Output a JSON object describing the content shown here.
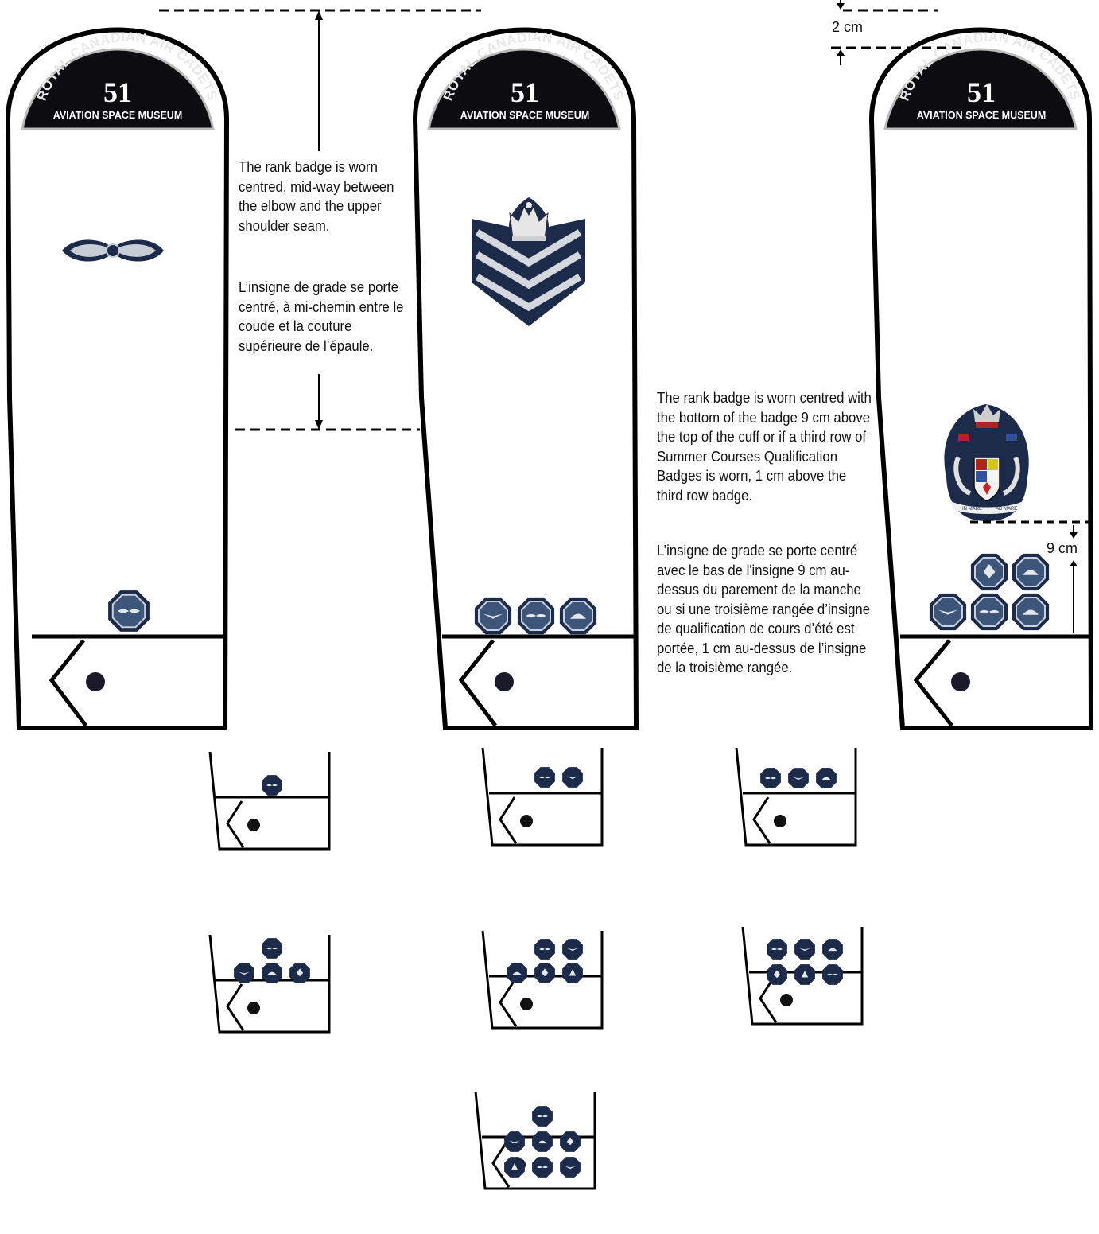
{
  "patch": {
    "top_text": "ROYAL CANADIAN AIR CADETS",
    "number": "51",
    "bottom_text": "AVIATION SPACE MUSEUM"
  },
  "notes": {
    "mid_en": "The rank badge is worn centred, mid-way between the elbow and the upper shoulder seam.",
    "mid_fr": "L’insigne de grade se porte centré, à mi-chemin entre le coude et la couture supérieure de l’épaule.",
    "low_en": "The rank badge is worn centred with the bottom of the badge 9 cm above the top of the cuff or if a third row of Summer Courses Qualification Badges is worn, 1 cm above the third row badge.",
    "low_fr": "L’insigne de grade se porte centré avec le bas de l'insigne 9 cm au-dessus du parement de la manche ou si une troisième rangée d’insigne de qualification de cours d’été est portée, 1 cm au-dessus de l’insigne de la troisième rangée."
  },
  "dimensions": {
    "top_gap": "2 cm",
    "cuff_gap": "9 cm"
  },
  "crest": {
    "motto_left": "IN MARE",
    "motto_right": "AD MARE"
  },
  "colors": {
    "badge_navy": "#1c2b4a",
    "badge_fill": "#3d5578",
    "outline": "#000000"
  }
}
